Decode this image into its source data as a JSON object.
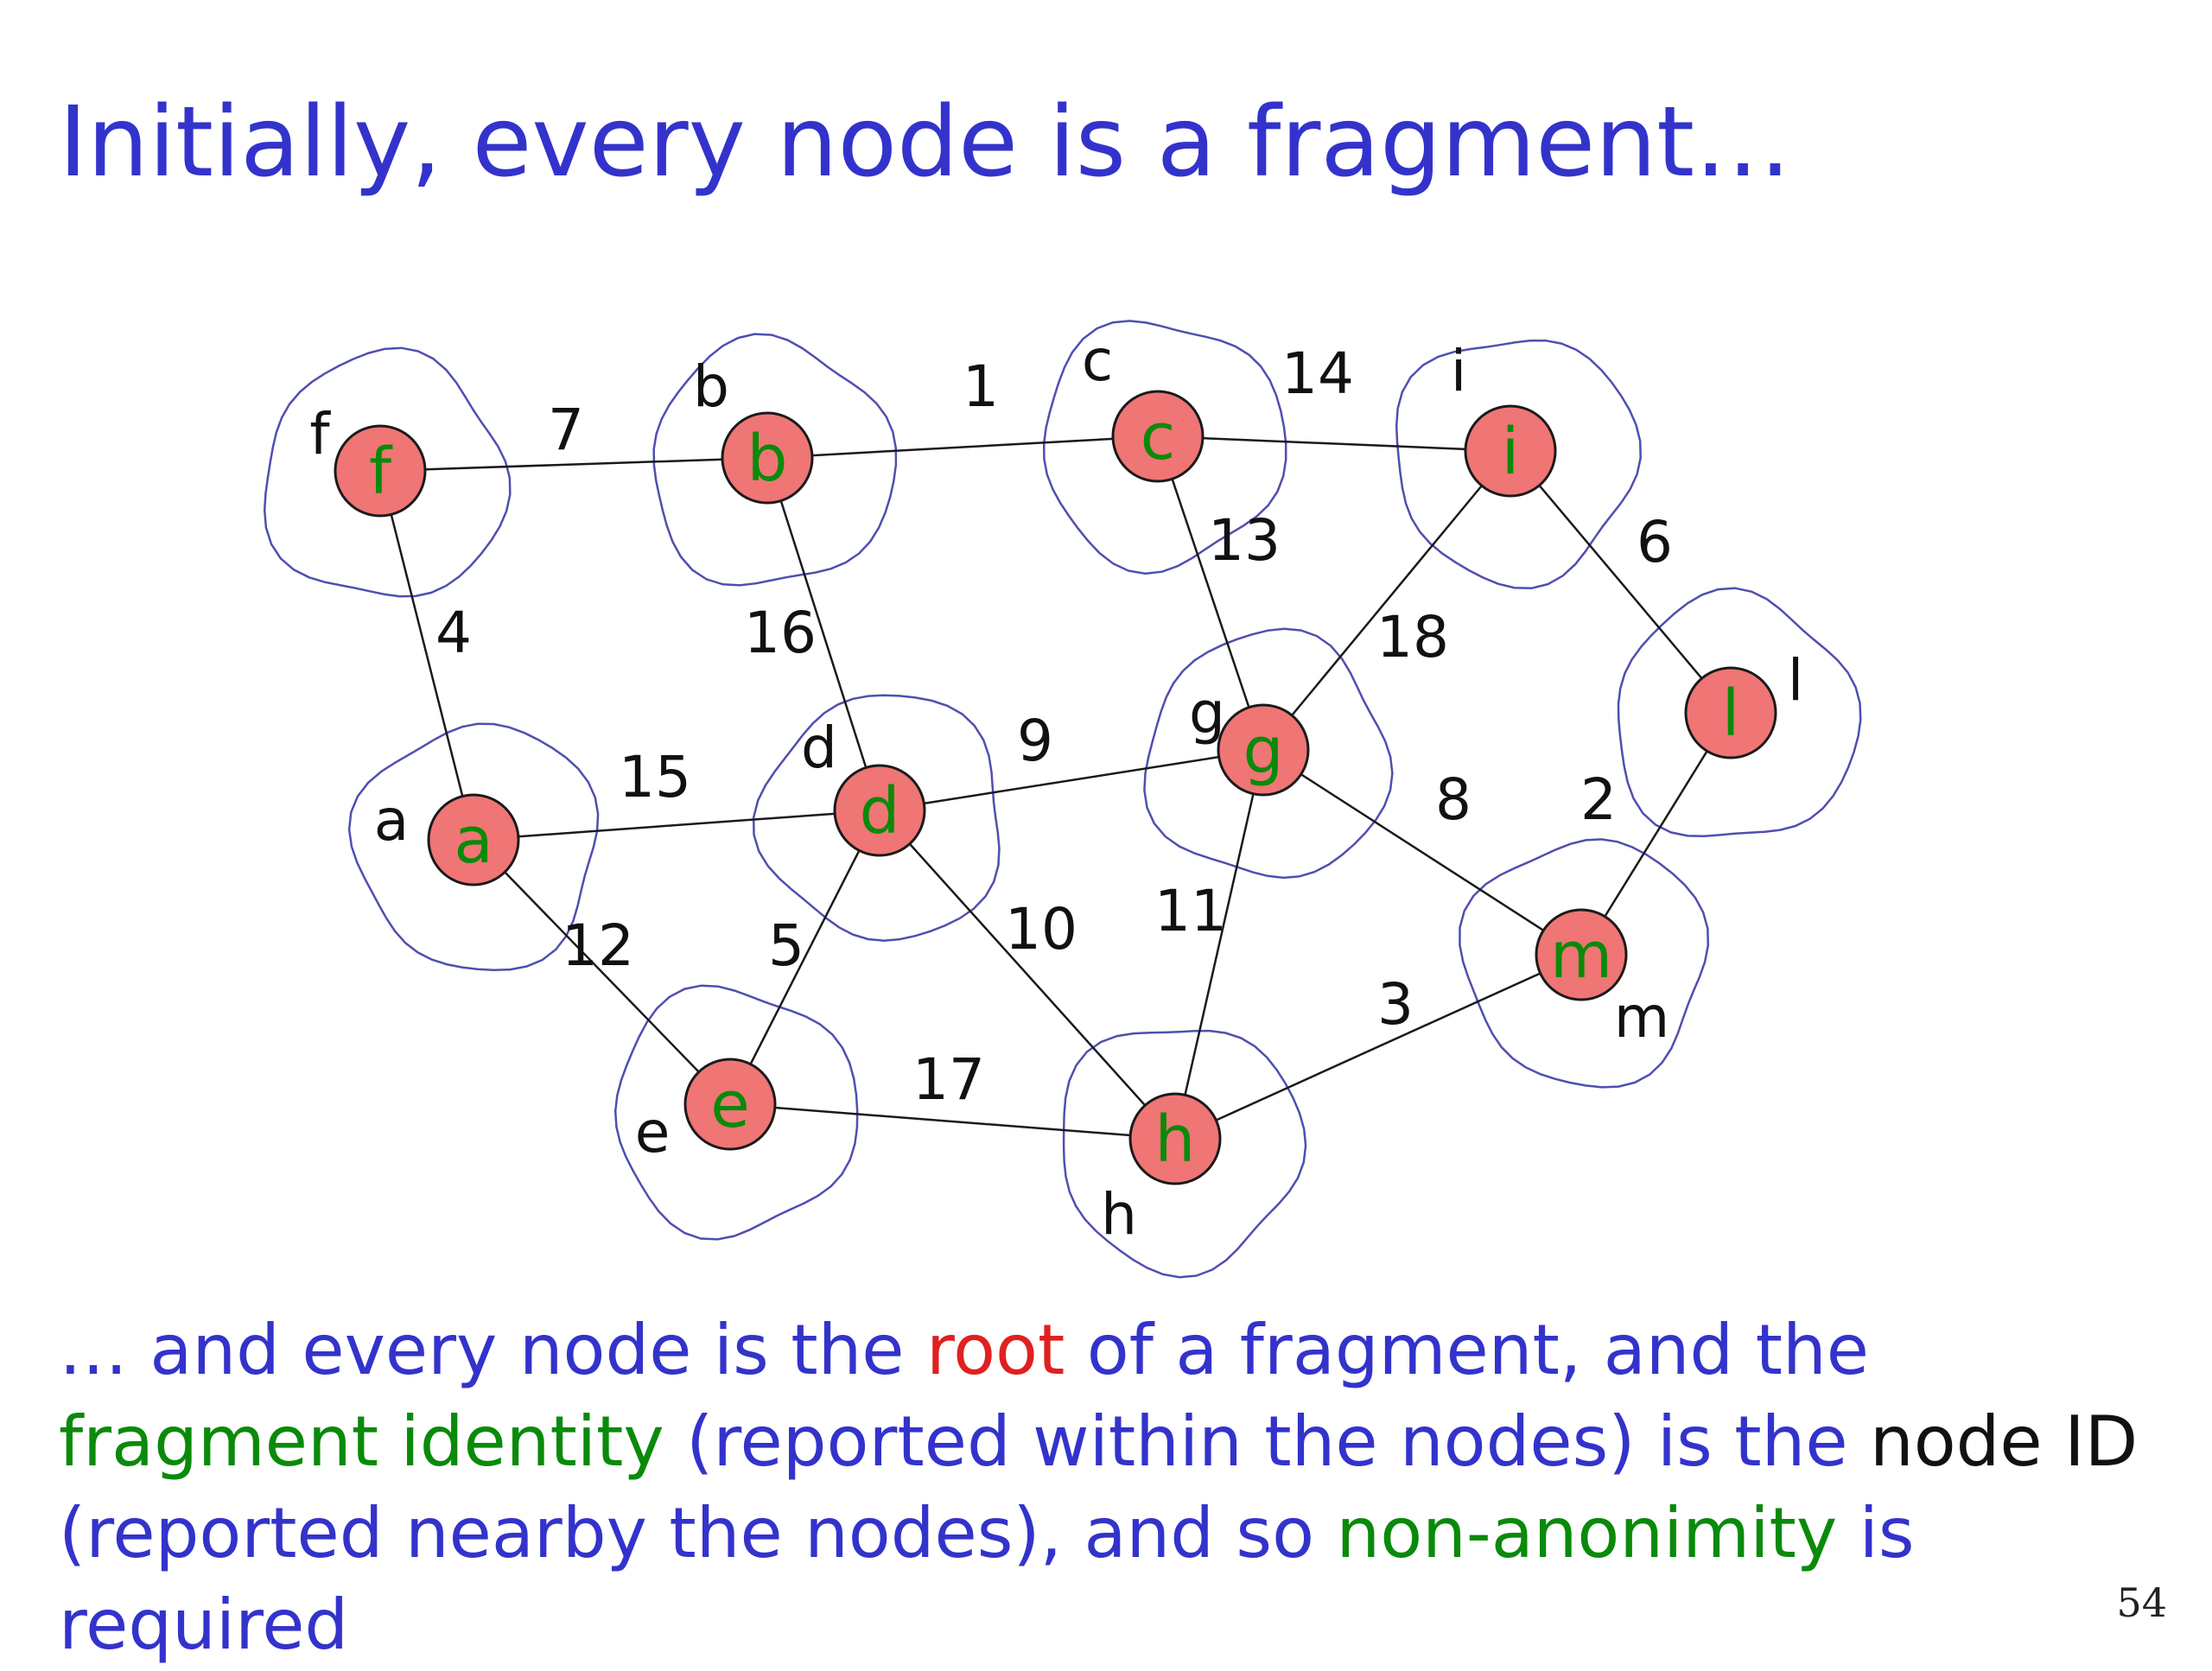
{
  "title": "Initially, every node is a fragment…",
  "caption": [
    {
      "text": "… and every node is the ",
      "color": "#3333cc"
    },
    {
      "text": "root",
      "color": "#e02020"
    },
    {
      "text": " of a fragment, and the ",
      "color": "#3333cc"
    },
    {
      "text": "fragment identity",
      "color": "#0a8a0a"
    },
    {
      "text": " (reported within the nodes) is the ",
      "color": "#3333cc"
    },
    {
      "text": "node ID",
      "color": "#111111"
    },
    {
      "text": " (reported nearby the nodes), and so ",
      "color": "#3333cc"
    },
    {
      "text": "non-anonimity",
      "color": "#0a8a0a"
    },
    {
      "text": " is required",
      "color": "#3333cc"
    }
  ],
  "page_number": "54",
  "colors": {
    "title": "#3333cc",
    "node_fill": "#f07575",
    "fragment_label": "#0a8a0a",
    "root": "#e02020",
    "fragment_outline": "#4f4fb0"
  },
  "graph": {
    "nodes": [
      {
        "id": "f",
        "fragment": "f"
      },
      {
        "id": "b",
        "fragment": "b"
      },
      {
        "id": "c",
        "fragment": "c"
      },
      {
        "id": "i",
        "fragment": "i"
      },
      {
        "id": "a",
        "fragment": "a"
      },
      {
        "id": "d",
        "fragment": "d"
      },
      {
        "id": "g",
        "fragment": "g"
      },
      {
        "id": "l",
        "fragment": "l"
      },
      {
        "id": "e",
        "fragment": "e"
      },
      {
        "id": "h",
        "fragment": "h"
      },
      {
        "id": "m",
        "fragment": "m"
      }
    ],
    "edges": [
      {
        "from": "f",
        "to": "b",
        "weight": "7"
      },
      {
        "from": "b",
        "to": "c",
        "weight": "1"
      },
      {
        "from": "c",
        "to": "i",
        "weight": "14"
      },
      {
        "from": "f",
        "to": "a",
        "weight": "4"
      },
      {
        "from": "b",
        "to": "d",
        "weight": "16"
      },
      {
        "from": "c",
        "to": "g",
        "weight": "13"
      },
      {
        "from": "i",
        "to": "g",
        "weight": "18"
      },
      {
        "from": "i",
        "to": "l",
        "weight": "6"
      },
      {
        "from": "a",
        "to": "d",
        "weight": "15"
      },
      {
        "from": "d",
        "to": "g",
        "weight": "9"
      },
      {
        "from": "a",
        "to": "e",
        "weight": "12"
      },
      {
        "from": "d",
        "to": "e",
        "weight": "5"
      },
      {
        "from": "d",
        "to": "h",
        "weight": "10"
      },
      {
        "from": "g",
        "to": "h",
        "weight": "11"
      },
      {
        "from": "g",
        "to": "m",
        "weight": "8"
      },
      {
        "from": "l",
        "to": "m",
        "weight": "2"
      },
      {
        "from": "e",
        "to": "h",
        "weight": "17"
      },
      {
        "from": "h",
        "to": "m",
        "weight": "3"
      }
    ]
  }
}
